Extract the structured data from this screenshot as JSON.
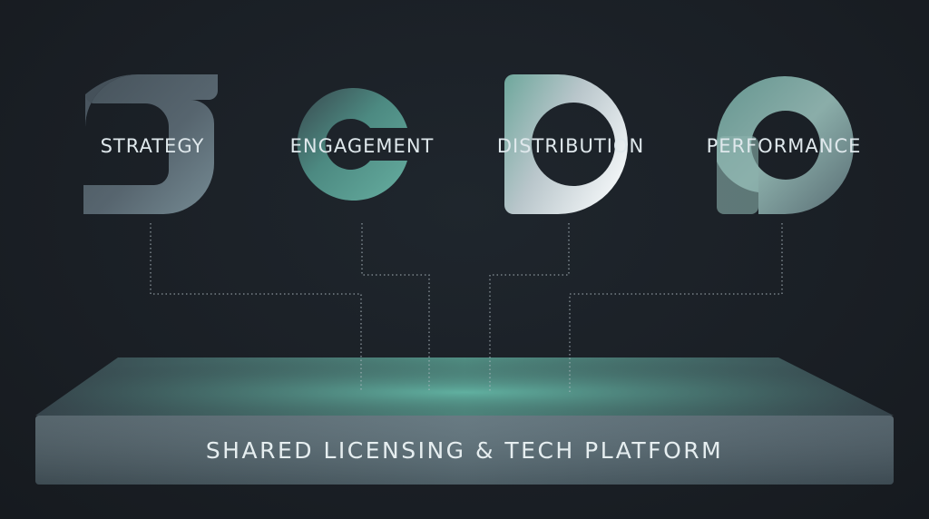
{
  "pillars": [
    {
      "id": "strategy",
      "label": "STRATEGY",
      "glyph": "S"
    },
    {
      "id": "engagement",
      "label": "ENGAGEMENT",
      "glyph": "C"
    },
    {
      "id": "distribution",
      "label": "DISTRIBUTION",
      "glyph": "D"
    },
    {
      "id": "performance",
      "label": "PERFORMANCE",
      "glyph": "P"
    }
  ],
  "platform": {
    "label": "SHARED LICENSING & TECH PLATFORM"
  },
  "colors": {
    "background": "#1b2127",
    "teal": "#5fa99b",
    "slate": "#566873",
    "silver": "#d6dde1",
    "text": "#dfe8ec"
  }
}
